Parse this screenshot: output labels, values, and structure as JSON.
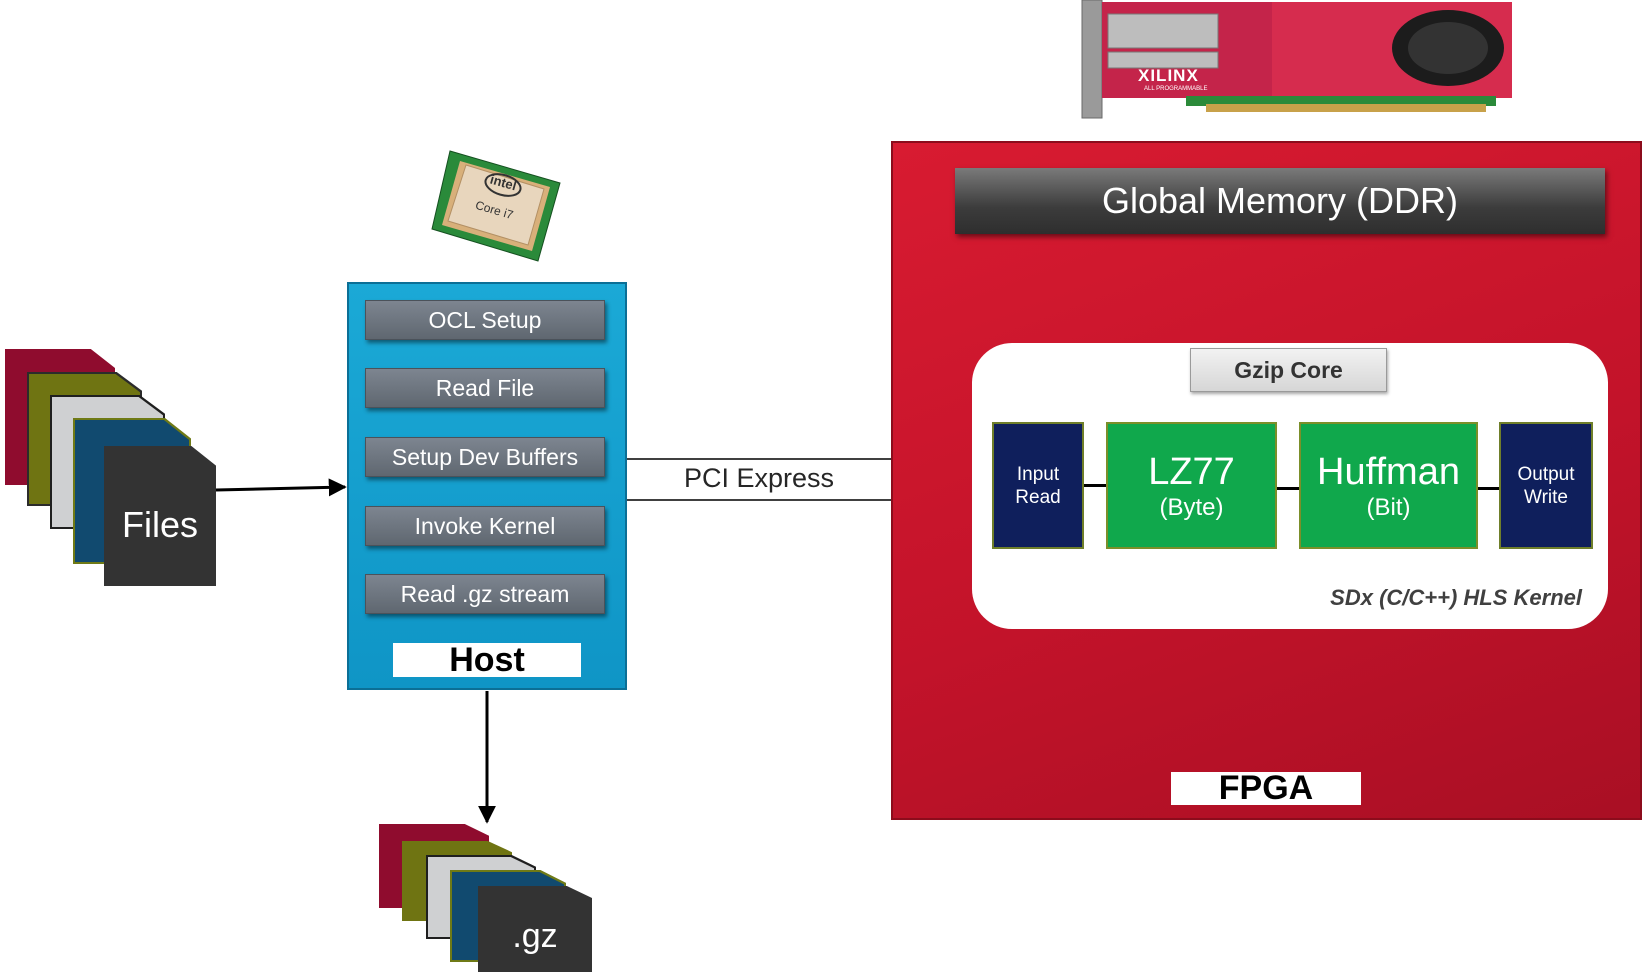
{
  "files": {
    "label": "Files"
  },
  "output": {
    "label": ".gz"
  },
  "cpu_chip": {
    "brand": "intel",
    "model": "Core i7"
  },
  "board": {
    "brand": "XILINX",
    "tagline": "ALL PROGRAMMABLE"
  },
  "host": {
    "steps": [
      "OCL Setup",
      "Read File",
      "Setup Dev Buffers",
      "Invoke Kernel",
      "Read .gz stream"
    ],
    "label": "Host"
  },
  "link": {
    "label": "PCI Express"
  },
  "fpga": {
    "label": "FPGA",
    "memory": "Global Memory (DDR)",
    "core": "Gzip Core",
    "input_block": {
      "line1": "Input",
      "line2": "Read"
    },
    "lz77": {
      "title": "LZ77",
      "sub": "(Byte)"
    },
    "huffman": {
      "title": "Huffman",
      "sub": "(Bit)"
    },
    "output_block": {
      "line1": "Output",
      "line2": "Write"
    },
    "kernel_caption": "SDx (C/C++) HLS Kernel"
  },
  "colors": {
    "host_blue": "#14a0d2",
    "fpga_red": "#c8152c",
    "memory_gray": "#3c3c3c",
    "stage_green": "#10a84c",
    "io_navy": "#0f1f5c"
  }
}
